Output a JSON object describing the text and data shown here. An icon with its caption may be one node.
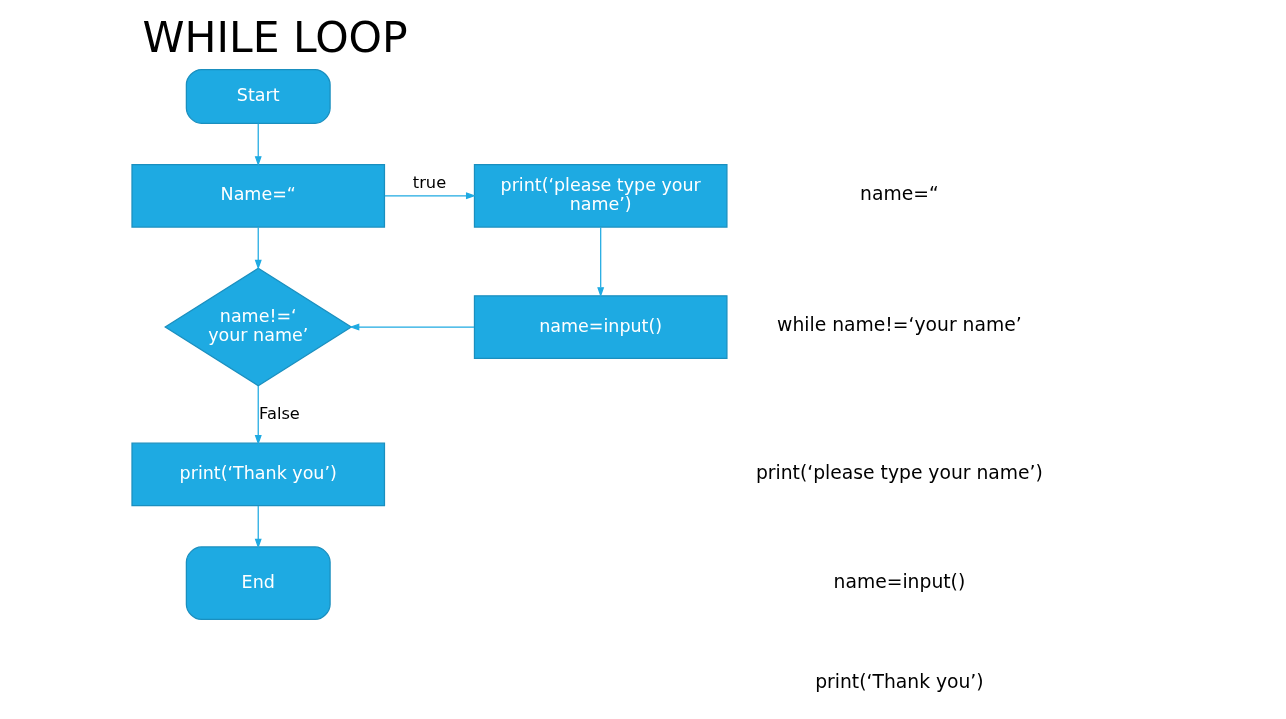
{
  "diagram": {
    "title": "WHILE LOOP",
    "nodes": [
      {
        "text": [
          "Start"
        ]
      },
      {
        "text": [
          "Name=“"
        ]
      },
      {
        "text": [
          "name!=‘ your name’"
        ]
      },
      {
        "text": [
          "print(‘please type your name’)"
        ]
      },
      {
        "text": [
          "name=input()"
        ]
      },
      {
        "text": [
          "print(‘Thank you’)"
        ]
      },
      {
        "text": [
          "End"
        ]
      }
    ],
    "edges": [
      {
        "from": 0,
        "to": 1,
        "arrow": "to"
      },
      {
        "from": 1,
        "to": 2,
        "arrow": "to"
      },
      {
        "from": 1,
        "to": 3,
        "arrow": "to",
        "label": "true"
      },
      {
        "from": 3,
        "to": 4,
        "arrow": "to"
      },
      {
        "from": 4,
        "to": 2,
        "arrow": "to"
      },
      {
        "from": 2,
        "to": 5,
        "arrow": "to",
        "label": "False"
      },
      {
        "from": 5,
        "to": 6,
        "arrow": "to"
      }
    ],
    "labels": [
      "name=“",
      "while name!=‘your name’",
      "print(‘please type your name’)",
      "name=input()",
      "print(‘Thank you’)"
    ]
  }
}
